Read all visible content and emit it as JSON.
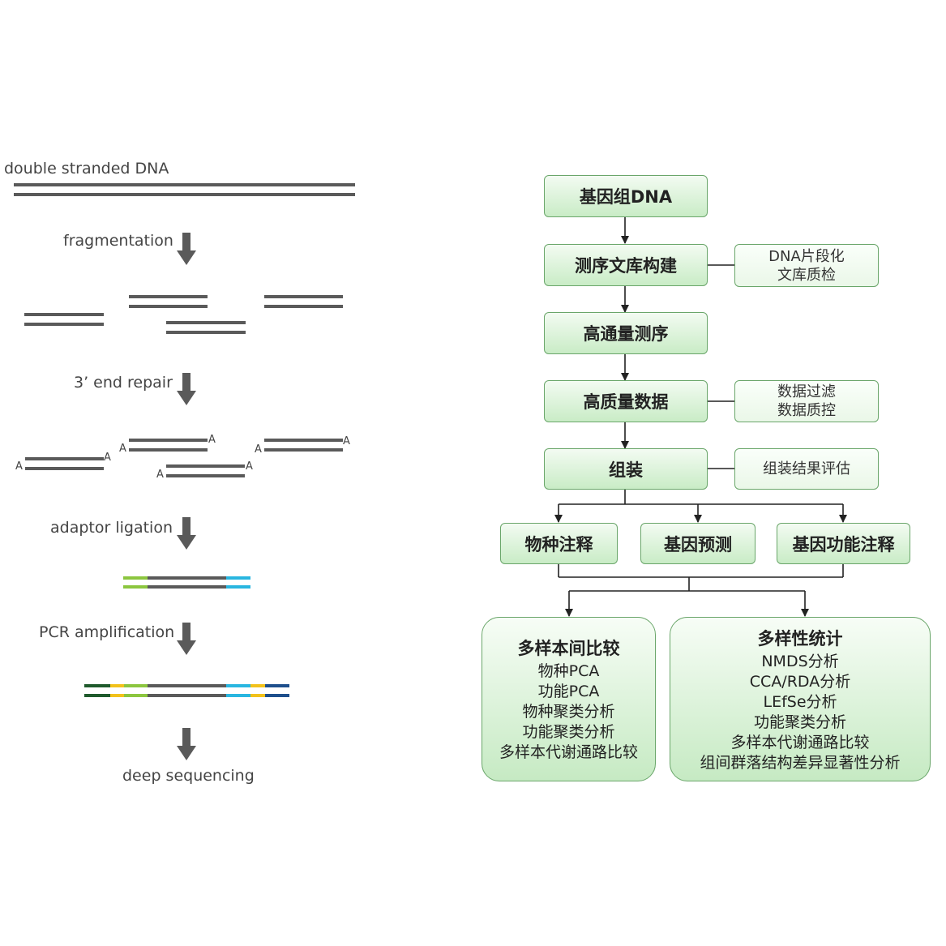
{
  "left": {
    "dsdna_label": "double stranded DNA",
    "steps": {
      "fragmentation": "fragmentation",
      "end_repair": "3’ end repair",
      "adaptor": "adaptor ligation",
      "pcr": "PCR amplification",
      "deep": "deep sequencing"
    },
    "a_label": "A",
    "colors": {
      "strand": "#5a5a5a",
      "adaptor_green": "#8cc63f",
      "adaptor_cyan": "#29b6e0",
      "yellow": "#f2c21b",
      "dark_green": "#1f5a2c",
      "navy": "#1e4f8c",
      "arrow": "#5a5a5a"
    }
  },
  "flow": {
    "genome": "基因组DNA",
    "library": "测序文库构建",
    "library_side": [
      "DNA片段化",
      "文库质检"
    ],
    "sequencing": "高通量测序",
    "data": "高质量数据",
    "data_side": [
      "数据过滤",
      "数据质控"
    ],
    "assembly": "组装",
    "assembly_side": "组装结果评估",
    "species": "物种注释",
    "gene_pred": "基因预测",
    "gene_func": "基因功能注释",
    "compare": {
      "title": "多样本间比较",
      "items": [
        "物种PCA",
        "功能PCA",
        "物种聚类分析",
        "功能聚类分析",
        "多样本代谢通路比较"
      ]
    },
    "diversity": {
      "title": "多样性统计",
      "items": [
        "NMDS分析",
        "CCA/RDA分析",
        "LEfSe分析",
        "功能聚类分析",
        "多样本代谢通路比较",
        "组间群落结构差异显著性分析"
      ]
    },
    "colors": {
      "border": "#6aa66a",
      "fill_top": "#f3fbf2",
      "fill_bottom": "#c9ecc6",
      "line": "#222222"
    }
  }
}
